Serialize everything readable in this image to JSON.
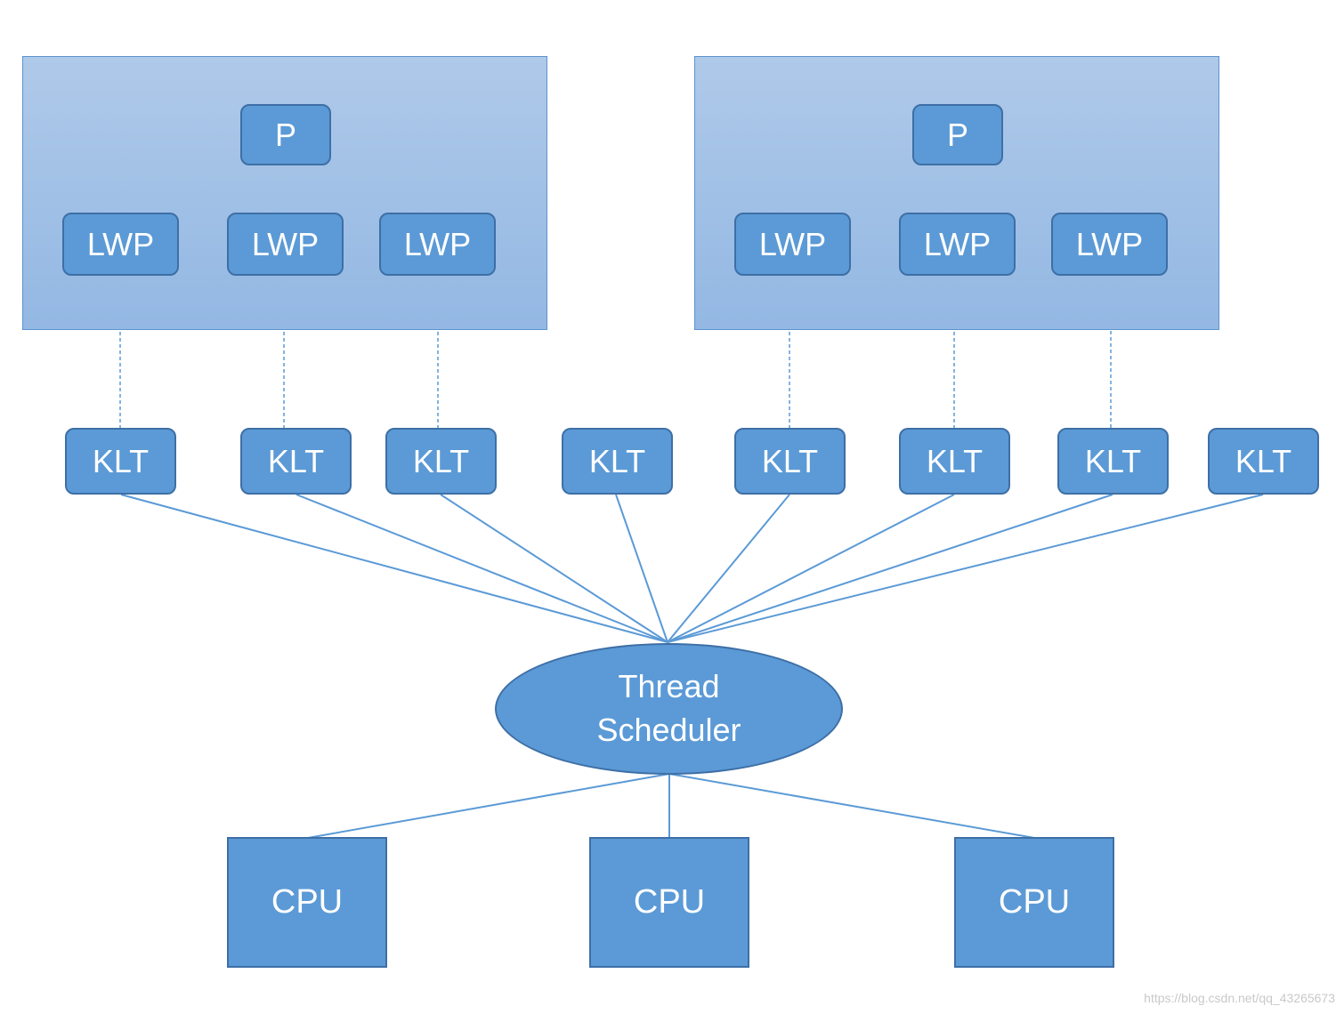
{
  "diagram": {
    "processes": [
      {
        "label": "P",
        "lwps": [
          "LWP",
          "LWP",
          "LWP"
        ]
      },
      {
        "label": "P",
        "lwps": [
          "LWP",
          "LWP",
          "LWP"
        ]
      }
    ],
    "klts": [
      "KLT",
      "KLT",
      "KLT",
      "KLT",
      "KLT",
      "KLT",
      "KLT",
      "KLT"
    ],
    "scheduler": {
      "line1": "Thread",
      "line2": "Scheduler"
    },
    "cpus": [
      "CPU",
      "CPU",
      "CPU"
    ],
    "watermark": "https://blog.csdn.net/qq_43265673",
    "colors": {
      "node_fill": "#5b9ad6",
      "node_border": "#3e6fa6",
      "line": "#5b9ad6",
      "process_fill": "#a6c3e8"
    }
  }
}
